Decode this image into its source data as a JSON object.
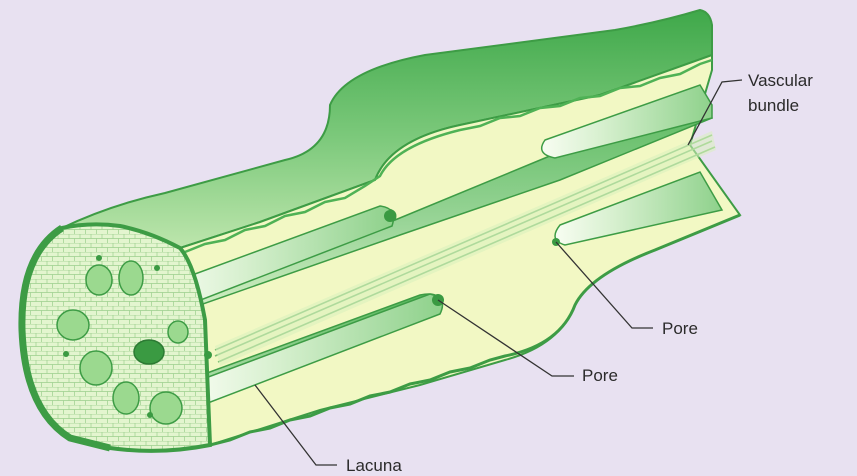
{
  "labels": {
    "vascular_line1": "Vascular",
    "vascular_line2": "bundle",
    "pore_upper": "Pore",
    "pore_lower": "Pore",
    "lacuna": "Lacuna"
  },
  "colors": {
    "background": "#e8e1f1",
    "dark_green": "#4fb255",
    "mid_green": "#8fd08c",
    "light_green": "#c6eab8",
    "pith_yellow": "#f2f8c4",
    "pale_yellow": "#f8fbd8",
    "outline": "#3d9c45"
  }
}
